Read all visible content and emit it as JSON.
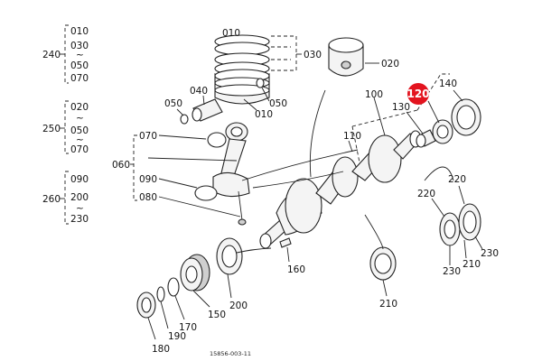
{
  "diagram": {
    "group_labels": {
      "g240": "240",
      "g250": "250",
      "g260": "260",
      "g060": "060"
    },
    "group_items": {
      "g240": [
        "010",
        "030",
        "050",
        "070"
      ],
      "g250": [
        "020",
        "050",
        "070"
      ],
      "g260": [
        "090",
        "200",
        "230"
      ]
    },
    "range_tilde": "~",
    "callouts": {
      "c010a": "010",
      "c030": "030",
      "c020": "020",
      "c040": "040",
      "c050a": "050",
      "c050b": "050",
      "c010b": "010",
      "c140": "140",
      "c100": "100",
      "c130": "130",
      "c110": "110",
      "c070": "070",
      "c090": "090",
      "c080": "080",
      "c220a": "220",
      "c220b": "220",
      "c230a": "230",
      "c230b": "230",
      "c210a": "210",
      "c210b": "210",
      "c160": "160",
      "c200": "200",
      "c150": "150",
      "c170": "170",
      "c190": "190",
      "c180": "180"
    },
    "highlight": {
      "label": "120",
      "color": "#e3141f"
    },
    "figure_code": "15856-003-11"
  }
}
